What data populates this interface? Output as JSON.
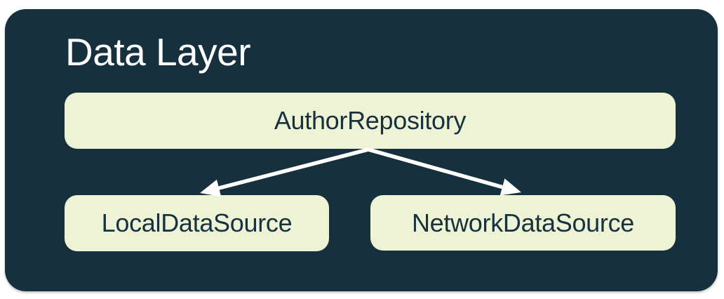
{
  "diagram": {
    "title": "Data Layer",
    "nodes": [
      {
        "id": "author-repository",
        "label": "AuthorRepository"
      },
      {
        "id": "local-data-source",
        "label": "LocalDataSource"
      },
      {
        "id": "network-data-source",
        "label": "NetworkDataSource"
      }
    ],
    "edges": [
      {
        "from": "AuthorRepository",
        "to": "LocalDataSource"
      },
      {
        "from": "AuthorRepository",
        "to": "NetworkDataSource"
      }
    ],
    "colors": {
      "page_background": "#FFFFFF",
      "container_background": "#16303D",
      "node_background": "#EEF3D6",
      "node_text": "#17313F",
      "title_text": "#FFFFFF",
      "arrow": "#FFFFFF"
    }
  }
}
